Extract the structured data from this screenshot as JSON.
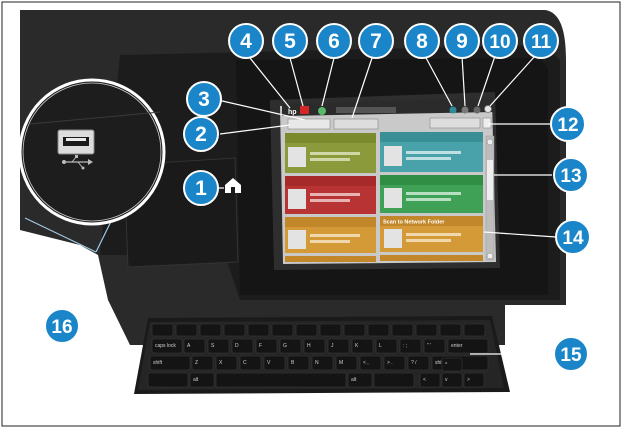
{
  "callouts": [
    {
      "n": "1"
    },
    {
      "n": "2"
    },
    {
      "n": "3"
    },
    {
      "n": "4"
    },
    {
      "n": "5"
    },
    {
      "n": "6"
    },
    {
      "n": "7"
    },
    {
      "n": "8"
    },
    {
      "n": "9"
    },
    {
      "n": "10"
    },
    {
      "n": "11"
    },
    {
      "n": "12"
    },
    {
      "n": "13"
    },
    {
      "n": "14"
    },
    {
      "n": "15"
    },
    {
      "n": "16"
    }
  ],
  "screen": {
    "logo": "hp",
    "tile_label": "Scan to Network Folder"
  },
  "keyboard": {
    "row2": [
      "caps lock",
      "A",
      "S",
      "D",
      "F",
      "G",
      "H",
      "J",
      "K",
      "L",
      ":",
      ";",
      "\"",
      "'",
      "enter"
    ],
    "row3": [
      "shift",
      "Z",
      "X",
      "C",
      "V",
      "B",
      "N",
      "M",
      "<",
      ",",
      ">",
      ".",
      "?",
      "/",
      "shift"
    ],
    "row4": [
      "alt",
      "alt"
    ]
  },
  "colors": {
    "callout": "#1a86c9",
    "device": "#1f1f1f",
    "screen_bg": "#c9c9c9"
  }
}
